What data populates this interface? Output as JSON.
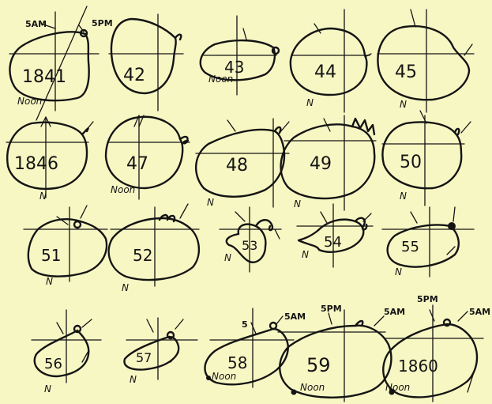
{
  "diagrams": [
    {
      "year": "1841",
      "labels": [
        "5AM",
        "5PM",
        "Noon"
      ]
    },
    {
      "year": "42",
      "labels": []
    },
    {
      "year": "43",
      "labels": [
        "Noon"
      ]
    },
    {
      "year": "44",
      "labels": [
        "N"
      ]
    },
    {
      "year": "45",
      "labels": [
        "N"
      ]
    },
    {
      "year": "1846",
      "labels": [
        "N"
      ]
    },
    {
      "year": "47",
      "labels": [
        "Noon"
      ]
    },
    {
      "year": "48",
      "labels": [
        "N"
      ]
    },
    {
      "year": "49",
      "labels": [
        "N"
      ]
    },
    {
      "year": "50",
      "labels": [
        "N"
      ]
    },
    {
      "year": "51",
      "labels": [
        "N"
      ]
    },
    {
      "year": "52",
      "labels": [
        "N"
      ]
    },
    {
      "year": "53",
      "labels": [
        "N"
      ]
    },
    {
      "year": "54",
      "labels": [
        "N"
      ]
    },
    {
      "year": "55",
      "labels": [
        "N"
      ]
    },
    {
      "year": "56",
      "labels": [
        "N"
      ]
    },
    {
      "year": "57",
      "labels": [
        "N"
      ]
    },
    {
      "year": "58",
      "labels": [
        "5",
        "5AM",
        "Noon"
      ]
    },
    {
      "year": "59",
      "labels": [
        "5PM",
        "5AM",
        "Noon"
      ]
    },
    {
      "year": "1860",
      "labels": [
        "5PM",
        "5AM",
        "Noon"
      ]
    }
  ]
}
